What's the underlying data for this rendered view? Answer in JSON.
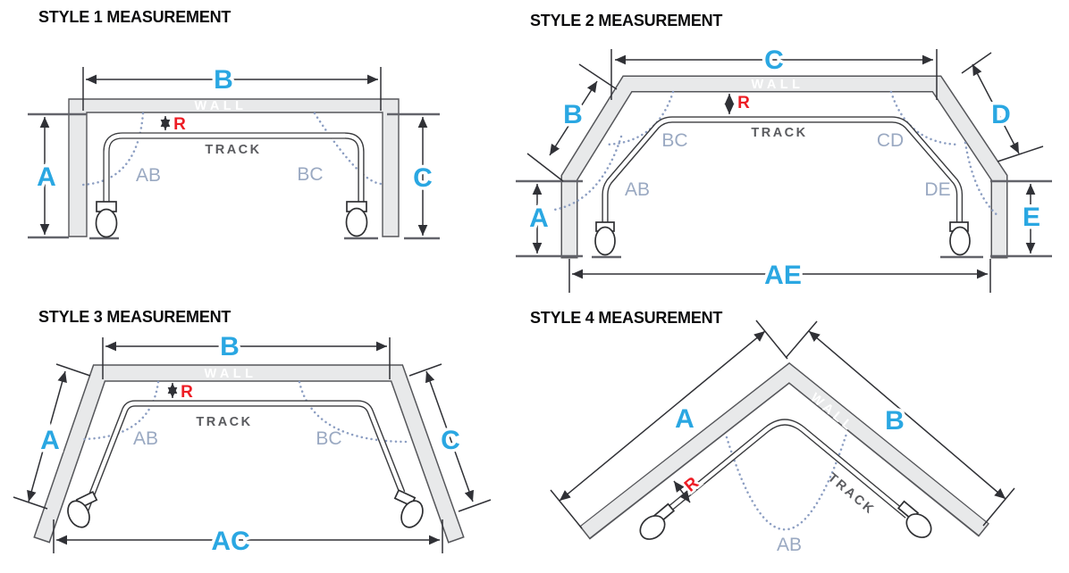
{
  "colors": {
    "dimension_blue": "#2AA7E2",
    "radius_red": "#ED1C24",
    "angle_gray": "#9AA9C2",
    "wall_fill": "#E8E9EA",
    "wall_label_white": "#FFFFFF",
    "track_label_gray": "#5A5B5F",
    "line_dark": "#303136",
    "title_black": "#0B0B0C"
  },
  "panels": [
    {
      "title": "STYLE 1 MEASUREMENT",
      "wall_label": "WALL",
      "track_label": "TRACK",
      "dims": {
        "top": "B",
        "left": "A",
        "right": "C",
        "radius": "R"
      },
      "angles": {
        "left": "AB",
        "right": "BC"
      }
    },
    {
      "title": "STYLE 2 MEASUREMENT",
      "wall_label": "WALL",
      "track_label": "TRACK",
      "dims": {
        "top": "C",
        "upper_left": "B",
        "upper_right": "D",
        "lower_left": "A",
        "lower_right": "E",
        "bottom": "AE",
        "radius": "R"
      },
      "angles": {
        "bottom_left": "AB",
        "top_left": "BC",
        "top_right": "CD",
        "bottom_right": "DE"
      }
    },
    {
      "title": "STYLE 3 MEASUREMENT",
      "wall_label": "WALL",
      "track_label": "TRACK",
      "dims": {
        "top": "B",
        "left": "A",
        "right": "C",
        "bottom": "AC",
        "radius": "R"
      },
      "angles": {
        "left": "AB",
        "right": "BC"
      }
    },
    {
      "title": "STYLE 4 MEASUREMENT",
      "wall_label": "WALL",
      "track_label": "TRACK",
      "dims": {
        "left": "A",
        "right": "B",
        "radius": "R"
      },
      "angles": {
        "corner": "AB"
      }
    }
  ]
}
